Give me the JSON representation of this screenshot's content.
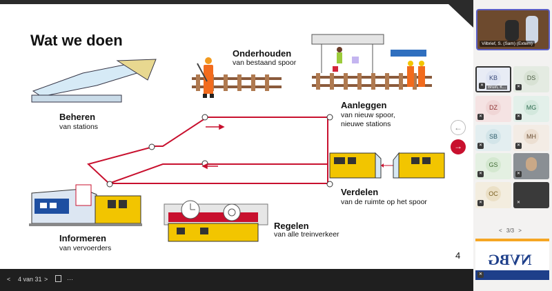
{
  "slide": {
    "title": "Wat we doen",
    "page_number": "4",
    "items": [
      {
        "heading": "Onderhouden",
        "sub": "van bestaand spoor"
      },
      {
        "heading": "Beheren",
        "sub": "van stations"
      },
      {
        "heading": "Aanleggen",
        "sub": "van nieuw spoor,",
        "sub2": "nieuwe stations"
      },
      {
        "heading": "Verdelen",
        "sub": "van de ruimte op het spoor"
      },
      {
        "heading": "Informeren",
        "sub": "van vervoerders"
      },
      {
        "heading": "Regelen",
        "sub": "van alle treinverkeer"
      }
    ]
  },
  "bottom_bar": {
    "prev": "<",
    "page_indicator": "4 van 31",
    "next": ">",
    "more": "···"
  },
  "participants": {
    "active_video_caption": "Vilbrief, S. (Sam) (Extern)",
    "tiles": [
      {
        "initials": "KB",
        "name": "Bruin, K...",
        "bg": "#e8ecf5",
        "fg": "#3b4b7a",
        "selected": true
      },
      {
        "initials": "DS",
        "bg": "#e4ebe2",
        "fg": "#4d5d45"
      },
      {
        "initials": "DZ",
        "bg": "#f5e3e3",
        "fg": "#8a2d2d"
      },
      {
        "initials": "MG",
        "bg": "#e3f0ea",
        "fg": "#2d6a4f"
      },
      {
        "initials": "SB",
        "bg": "#e3eef0",
        "fg": "#2d5c6a"
      },
      {
        "initials": "MH",
        "bg": "#f3ece5",
        "fg": "#6b4f34"
      },
      {
        "initials": "GS",
        "bg": "#e4f0e2",
        "fg": "#3e6a32"
      },
      {
        "initials": "OC",
        "bg": "#f3eddf",
        "fg": "#7a5f20"
      }
    ],
    "pager": "3/3",
    "pager_prev": "<",
    "pager_next": ">",
    "logo_text": "NVBG"
  },
  "nav": {
    "prev_icon": "←",
    "next_icon": "→"
  },
  "colors": {
    "rail_red": "#c8102e",
    "accent": "#5b5fc7",
    "train_yellow": "#f2c500"
  }
}
